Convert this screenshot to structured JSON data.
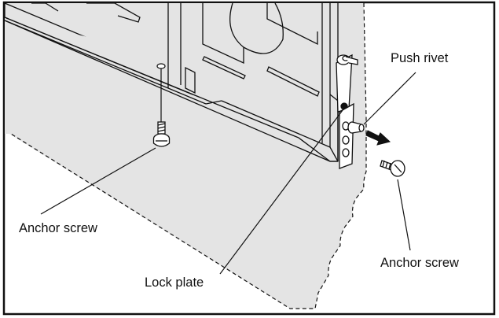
{
  "labels": {
    "push_rivet": "Push rivet",
    "anchor_screw_left": "Anchor screw",
    "anchor_screw_right": "Anchor screw",
    "lock_plate": "Lock plate"
  },
  "colors": {
    "floor_gray": "#e4e4e4",
    "line": "#111111",
    "border": "#111111"
  }
}
